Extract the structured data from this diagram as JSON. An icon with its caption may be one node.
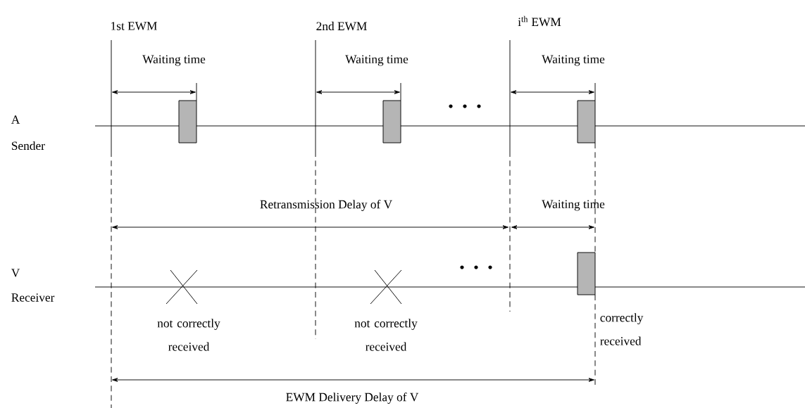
{
  "diagram": {
    "labels": [
      "1st EWM",
      "2nd EWM",
      "i$^{th}$ EWM",
      "Waiting time",
      "Waiting time",
      "Waiting time",
      "A",
      "Sender",
      "Retransmission Delay of V",
      "Waiting time",
      "V",
      "Receiver",
      "not correctly received",
      "not correctly received",
      "correctly received",
      "EWM Delivery Delay of V"
    ]
  }
}
